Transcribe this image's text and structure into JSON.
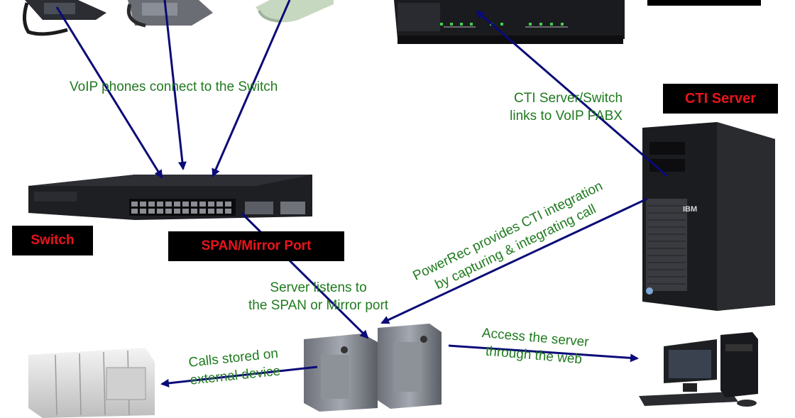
{
  "labels": {
    "cti_server": "CTI Server",
    "switch": "Switch",
    "span_mirror_port": "SPAN/Mirror Port"
  },
  "annotations": {
    "voip_to_switch": "VoIP phones connect to the Switch",
    "cti_link_line1": "CTI Server/Switch",
    "cti_link_line2": "links to VoIP PABX",
    "server_listens_line1": "Server listens to",
    "server_listens_line2": "the SPAN or Mirror port",
    "powerrec_line1": "PowerRec provides CTI integration",
    "powerrec_line2": "by capturing & integrating call",
    "calls_stored_line1": "Calls stored on",
    "calls_stored_line2": "external device",
    "access_web_line1": "Access the server",
    "access_web_line2": "through the web"
  },
  "colors": {
    "arrow": "#0a0a78",
    "annotation_text": "#1f7a1f",
    "label_text": "#e8141b",
    "label_bg": "#000000"
  },
  "icons": [
    "ip-phone-icon",
    "pabx-router-icon",
    "network-switch-icon",
    "tower-server-icon",
    "storage-array-icon",
    "desktop-pc-icon"
  ]
}
